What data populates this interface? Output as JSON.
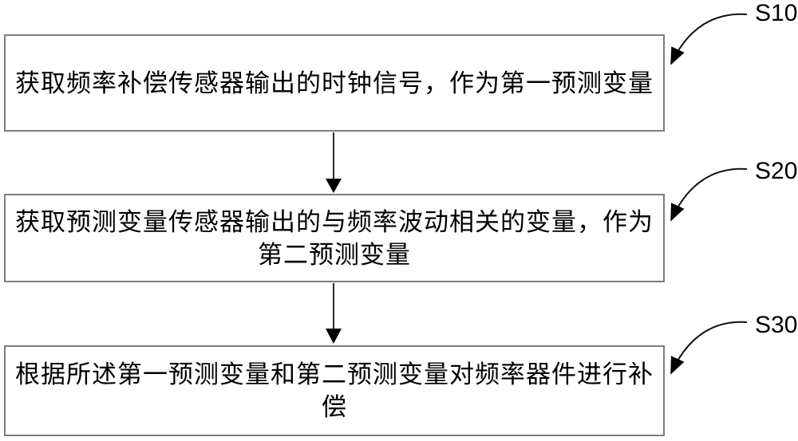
{
  "figure": {
    "type": "flowchart",
    "background_color": "#ffffff",
    "box_border_color": "#7d7d7d",
    "line_color": "#000000",
    "text_color": "#000000",
    "boxes": [
      {
        "step": "S10",
        "lines": [
          "获取频率补偿传感器输出的时钟信号，作为第一预测变量"
        ]
      },
      {
        "step": "S20",
        "lines": [
          "获取预测变量传感器输出的与频率波动相关的变量，作为",
          "第二预测变量"
        ]
      },
      {
        "step": "S30",
        "lines": [
          "根据所述第一预测变量和第二预测变量对频率器件进行补",
          "偿"
        ]
      }
    ],
    "step_labels": [
      {
        "text": "S10"
      },
      {
        "text": "S20"
      },
      {
        "text": "S30"
      }
    ]
  }
}
